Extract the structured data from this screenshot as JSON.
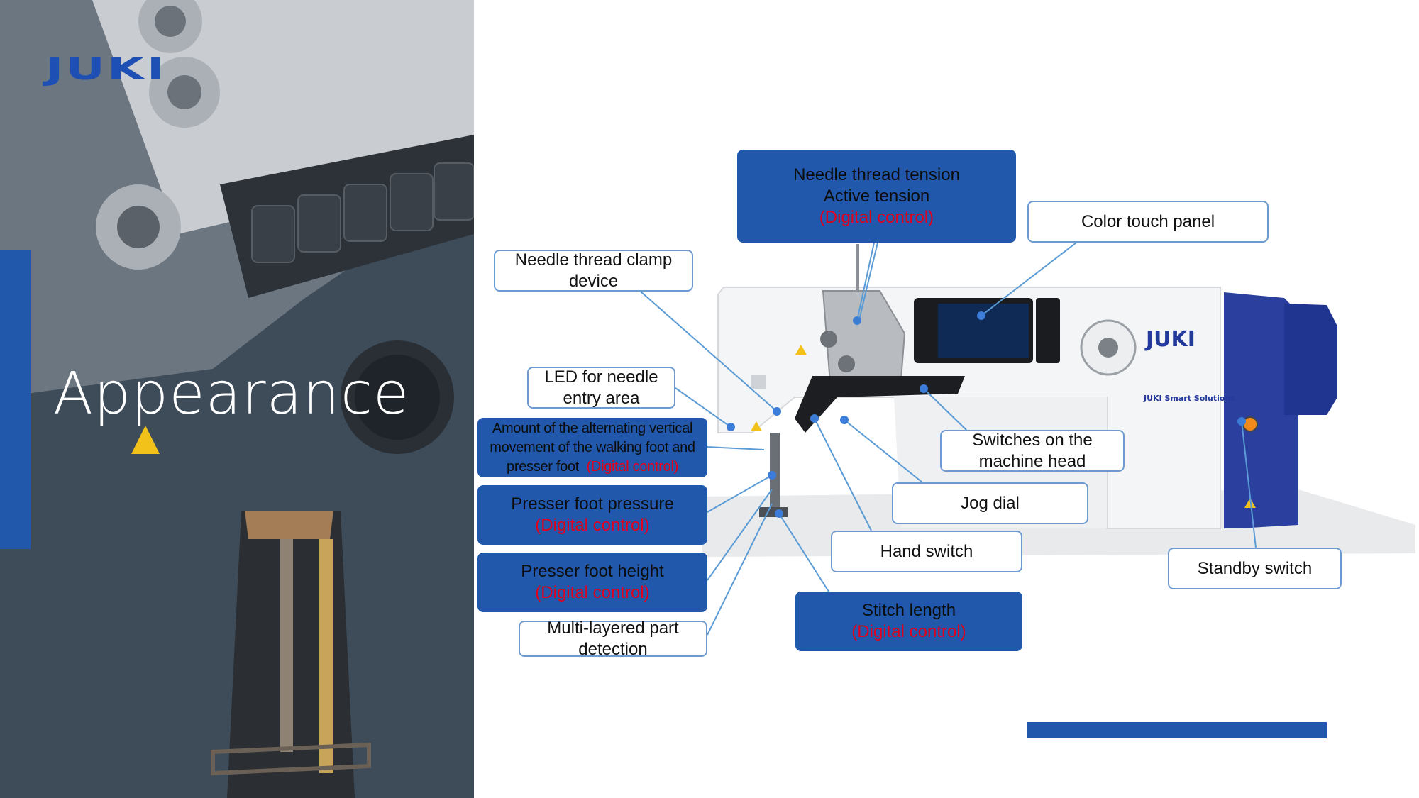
{
  "brand": {
    "logo_text": "JUKI",
    "machine_logo_text": "JUKI",
    "machine_subbrand": "JUKI Smart Solutions"
  },
  "slide": {
    "title": "Appearance"
  },
  "colors": {
    "accent_blue": "#2258ac",
    "callout_border": "#6d9bd1",
    "leader_line": "#5b9bd5",
    "red_text": "#e0001b"
  },
  "callouts": {
    "needle_tension": {
      "line1": "Needle thread tension",
      "line2": "Active tension",
      "line3": "(Digital control)"
    },
    "color_panel": {
      "text": "Color touch panel"
    },
    "thread_clamp": {
      "line1": "Needle thread clamp",
      "line2": "device"
    },
    "led": {
      "line1": "LED for needle",
      "line2": "entry area"
    },
    "alternating": {
      "line1": "Amount of the alternating vertical",
      "line2": "movement of the walking foot and",
      "line3": "presser foot",
      "line3_red": "(Digital control)"
    },
    "presser_pressure": {
      "line1": "Presser foot pressure",
      "line2": "(Digital control)"
    },
    "presser_height": {
      "line1": "Presser foot height",
      "line2": "(Digital control)"
    },
    "multi_layer": {
      "line1": "Multi-layered part",
      "line2": "detection"
    },
    "switches": {
      "line1": "Switches on the",
      "line2": "machine head"
    },
    "jog_dial": {
      "text": "Jog dial"
    },
    "hand_switch": {
      "text": "Hand switch"
    },
    "stitch_length": {
      "line1": "Stitch length",
      "line2": "(Digital control)"
    },
    "standby": {
      "text": "Standby switch"
    }
  }
}
